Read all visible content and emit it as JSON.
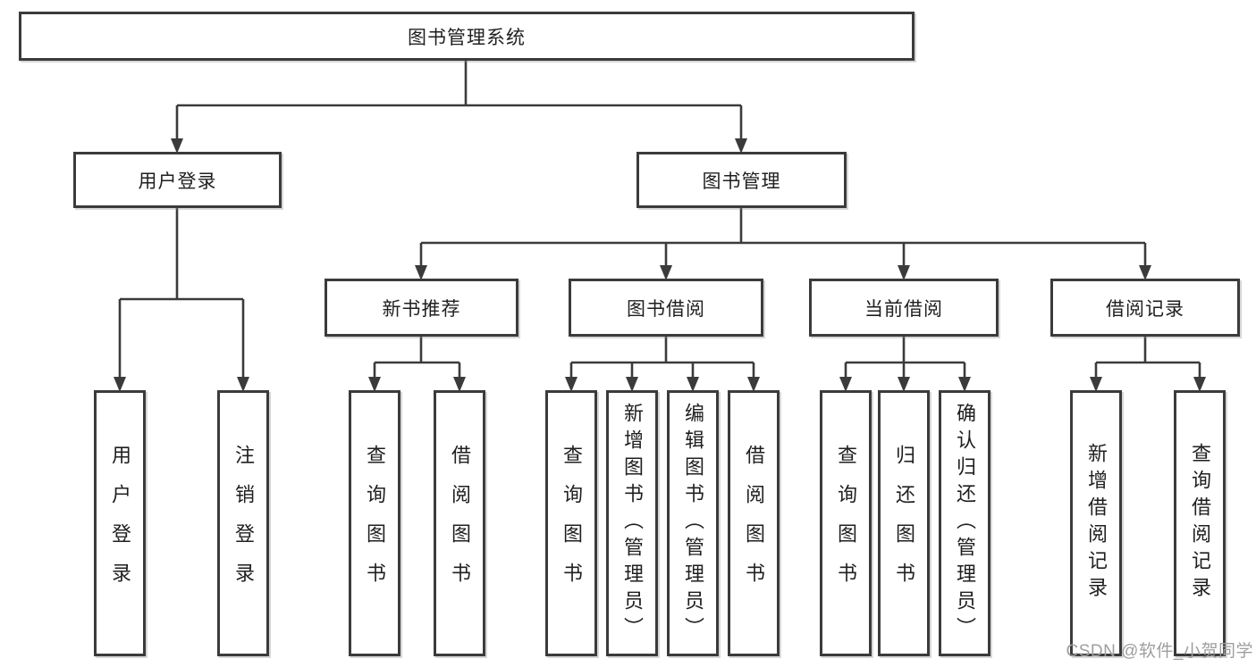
{
  "tree": {
    "label": "图书管理系统",
    "children": [
      {
        "label": "用户登录",
        "children": [
          {
            "label": "用户登录"
          },
          {
            "label": "注销登录"
          }
        ]
      },
      {
        "label": "图书管理",
        "children": [
          {
            "label": "新书推荐",
            "children": [
              {
                "label": "查询图书"
              },
              {
                "label": "借阅图书"
              }
            ]
          },
          {
            "label": "图书借阅",
            "children": [
              {
                "label": "查询图书"
              },
              {
                "label": "新增图书（管理员）"
              },
              {
                "label": "编辑图书（管理员）"
              },
              {
                "label": "借阅图书"
              }
            ]
          },
          {
            "label": "当前借阅",
            "children": [
              {
                "label": "查询图书"
              },
              {
                "label": "归还图书"
              },
              {
                "label": "确认归还（管理员）"
              }
            ]
          },
          {
            "label": "借阅记录",
            "children": [
              {
                "label": "新增借阅记录"
              },
              {
                "label": "查询借阅记录"
              }
            ]
          }
        ]
      }
    ]
  },
  "watermark": "CSDN @软件_小贺同学",
  "colors": {
    "line": "#3b3b3b",
    "border": "#3b3b3b",
    "text": "#1f1f1f",
    "watermark": "#9e9e9e",
    "background": "#ffffff"
  }
}
